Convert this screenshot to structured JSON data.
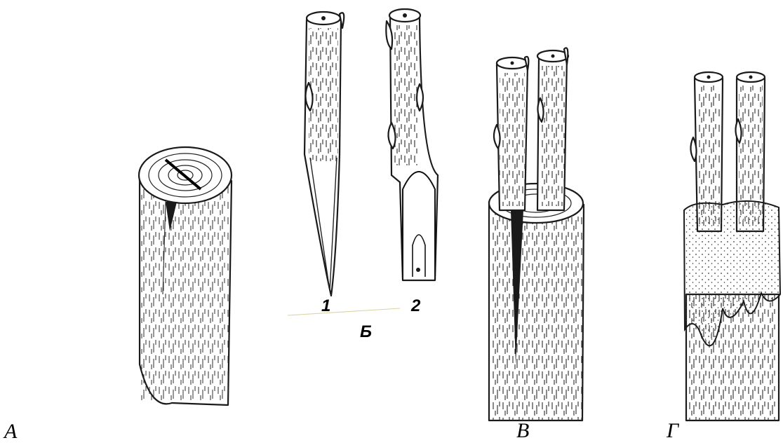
{
  "figure": {
    "labels": {
      "a": "А",
      "b": "Б",
      "v": "В",
      "g": "Г"
    },
    "scion_numbers": {
      "first": "1",
      "second": "2"
    }
  }
}
